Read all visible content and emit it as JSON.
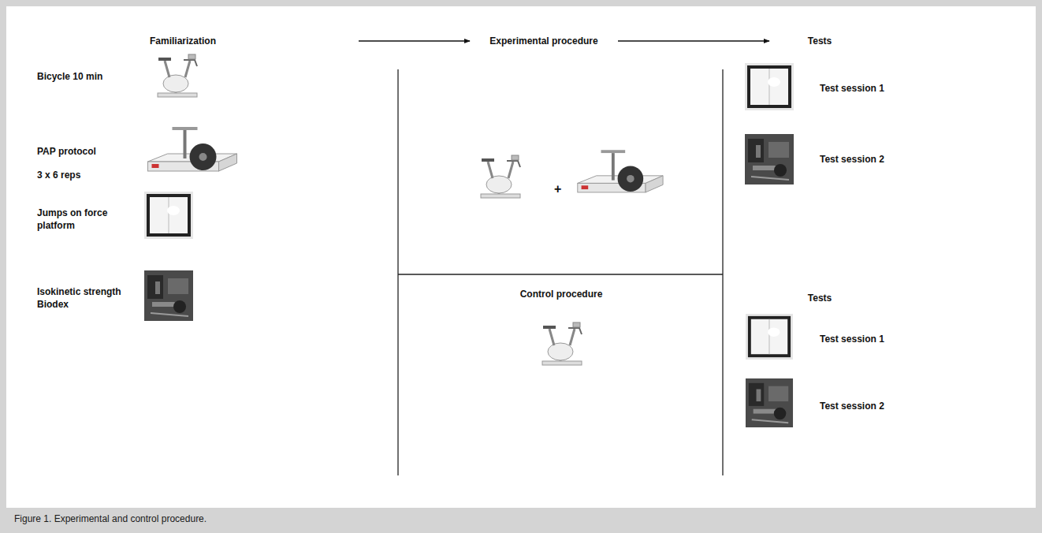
{
  "diagram": {
    "caption": "Figure 1. Experimental and control procedure.",
    "nodes": [
      {
        "text": [
          "Familiarization"
        ]
      },
      {
        "text": [
          "Experimental procedure"
        ]
      },
      {
        "text": [
          "Tests"
        ]
      }
    ],
    "edges": [
      {
        "from": 0,
        "to": 1,
        "arrow": "to"
      },
      {
        "from": 1,
        "to": 2,
        "arrow": "to"
      }
    ],
    "labels": [
      "Bicycle 10 min",
      "PAP protocol",
      "3 x 6 reps",
      "Jumps on force platform",
      "Isokinetic strength Biodex",
      "+",
      "Test session 1",
      "Test session 2",
      "Control procedure",
      "Tests",
      "Test session 1",
      "Test session 2"
    ]
  }
}
